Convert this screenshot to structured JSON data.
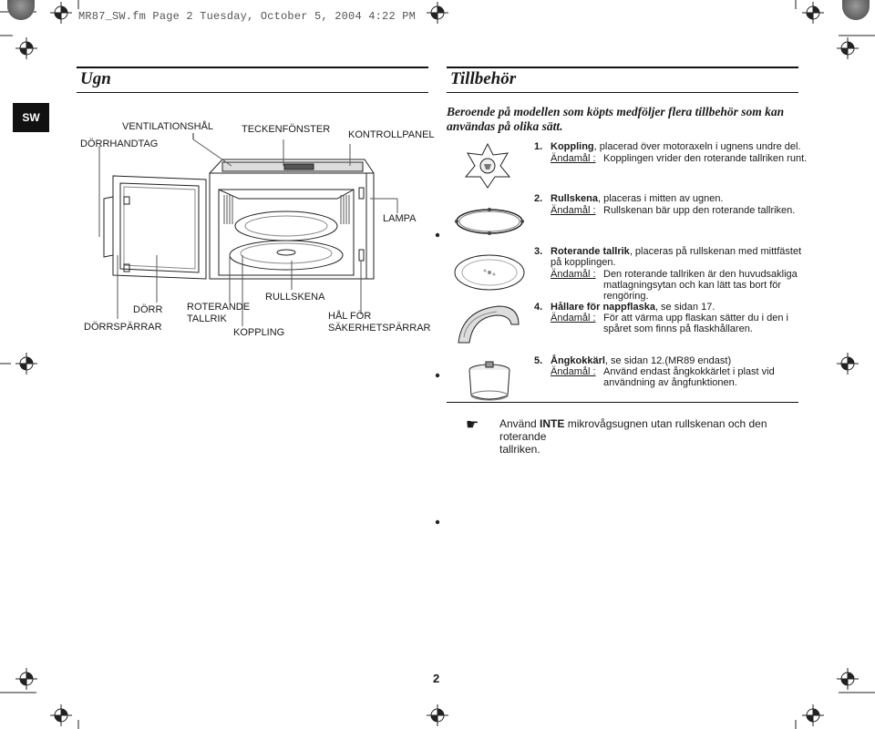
{
  "header_line": "MR87_SW.fm  Page 2  Tuesday, October 5, 2004  4:22 PM",
  "lang_tab": "SW",
  "left_title": "Ugn",
  "right_title": "Tillbehör",
  "diagram_labels": {
    "ventilation": "VENTILATIONSHÅL",
    "door_handle": "DÖRRHANDTAG",
    "window": "TECKENFÖNSTER",
    "control_panel": "KONTROLLPANEL",
    "lamp": "LAMPA",
    "door": "DÖRR",
    "door_latches": "DÖRRSPÄRRAR",
    "turntable_1": "ROTERANDE",
    "turntable_2": "TALLRIK",
    "coupler": "KOPPLING",
    "roller_ring": "RULLSKENA",
    "safety_1": "HÅL FÖR",
    "safety_2": "SÄKERHETSPÄRRAR"
  },
  "intro": "Beroende på modellen som köpts medföljer flera tillbehör som kan användas på olika sätt.",
  "accessories": [
    {
      "num": "1.",
      "name": "Koppling",
      "desc": ", placerad över motoraxeln i ugnens undre del.",
      "purpose_label": "Ändamål :",
      "purpose_lines": [
        "Kopplingen vrider den roterande tallriken runt."
      ],
      "icon": "coupler-icon"
    },
    {
      "num": "2.",
      "name": "Rullskena",
      "desc": ", placeras i mitten av ugnen.",
      "purpose_label": "Ändamål :",
      "purpose_lines": [
        "Rullskenan bär upp den roterande tallriken."
      ],
      "icon": "roller-ring-icon"
    },
    {
      "num": "3.",
      "name": "Roterande tallrik",
      "desc": ", placeras på rullskenan med mittfästet",
      "desc2": "på kopplingen.",
      "purpose_label": "Ändamål :",
      "purpose_lines": [
        "Den roterande tallriken är den huvudsakliga",
        "matlagningsytan och kan lätt tas bort för",
        "rengöring."
      ],
      "icon": "turntable-icon"
    },
    {
      "num": "4.",
      "name": "Hållare för nappflaska",
      "desc": ",  se sidan 17.",
      "purpose_label": "Ändamål :",
      "purpose_lines": [
        "För att värma upp flaskan sätter du i den i",
        "spåret som finns på flaskhållaren."
      ],
      "icon": "bottle-holder-icon"
    },
    {
      "num": "5.",
      "name": "Ångkokkärl",
      "desc": ", se sidan 12.(MR89 endast)",
      "purpose_label": "Ändamål :",
      "purpose_lines": [
        "Använd endast ångkokkärlet i plast vid",
        "användning av ångfunktionen."
      ],
      "icon": "steamer-icon"
    }
  ],
  "note": {
    "icon": "pointing-hand-icon",
    "prefix": "Använd ",
    "bold": "INTE",
    "rest_line1": " mikrovågsugnen utan rullskenan och den roterande",
    "line2": "tallriken."
  },
  "page_number": "2"
}
